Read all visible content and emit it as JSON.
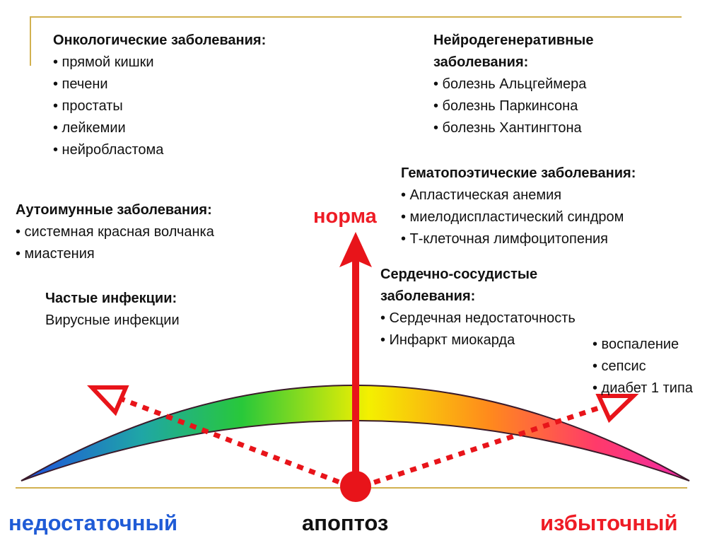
{
  "blocks": {
    "oncology": {
      "title": "Онкологические заболевания:",
      "items": [
        "• прямой кишки",
        "• печени",
        "• простаты",
        "• лейкемии",
        "• нейробластома"
      ]
    },
    "neuro": {
      "title_line1": "Нейродегенеративные",
      "title_line2": "заболевания:",
      "items": [
        "• болезнь Альцгеймера",
        "• болезнь Паркинсона",
        "• болезнь Хантингтона"
      ]
    },
    "hemato": {
      "title": "Гематопоэтические заболевания:",
      "items": [
        "• Апластическая анемия",
        "• миелодиспластический синдром",
        "• Т-клеточная лимфоцитопения"
      ]
    },
    "autoimmune": {
      "title": "Аутоимунные заболевания:",
      "items": [
        "• системная красная волчанка",
        "• миастения"
      ]
    },
    "infections": {
      "title": "Частые инфекции:",
      "text": "Вирусные инфекции"
    },
    "cardio": {
      "title_line1": "Сердечно-сосудистые",
      "title_line2": "заболевания:",
      "items": [
        "• Сердечная недостаточность",
        "• Инфаркт миокарда"
      ]
    },
    "inflammation": {
      "items": [
        "• воспаление",
        "• сепсис",
        "• диабет 1 типа"
      ]
    }
  },
  "labels": {
    "norma": "норма",
    "insufficient": "недостаточный",
    "apoptosis": "апоптоз",
    "excessive": "избыточный"
  },
  "colors": {
    "arrow_red": "#e8141a",
    "label_blue": "#1f5bd6",
    "label_red": "#ee1c25",
    "label_dark": "#111111",
    "frame_gold": "#d2b150",
    "gradient": [
      "#1f4fe0",
      "#1fa6a6",
      "#28c83a",
      "#f4f000",
      "#ff8a1c",
      "#ff3a6a",
      "#f02aa8"
    ]
  }
}
